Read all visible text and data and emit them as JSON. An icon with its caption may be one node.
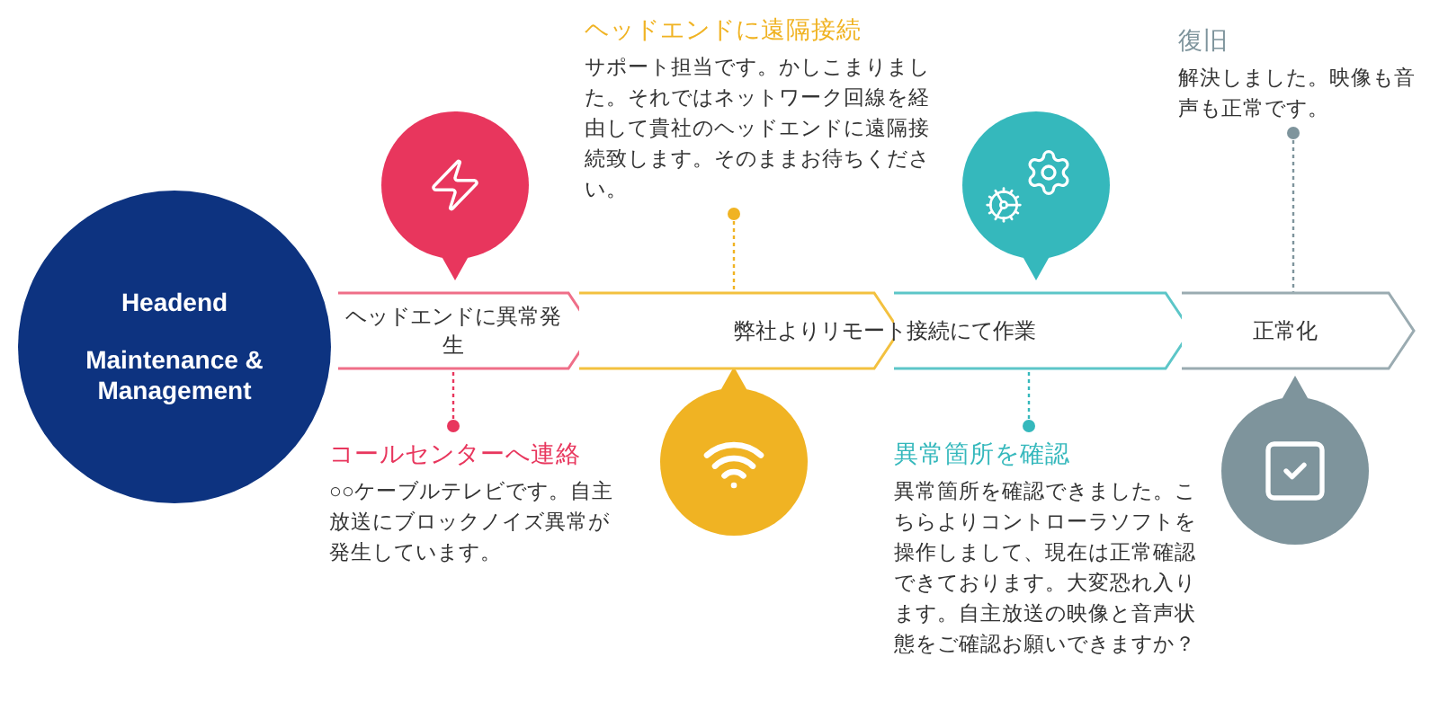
{
  "diagram": {
    "nodes": [
      {
        "text": [
          "Headend",
          "Maintenance & Management"
        ]
      },
      {
        "text": [
          "ヘッドエンドに異常発生"
        ]
      },
      {
        "text": [
          "弊社よりリモート接続にて作業"
        ]
      },
      {
        "text": [
          "正常化"
        ]
      },
      {
        "text": [
          "コールセンターへ連絡",
          "○○ケーブルテレビです。自主放送にブロックノイズ異常が発生しています。"
        ]
      },
      {
        "text": [
          "ヘッドエンドに遠隔接続",
          "サポート担当です。かしこまりました。それではネットワーク回線を経由して貴社のヘッドエンドに遠隔接続致します。そのままお待ちください。"
        ]
      },
      {
        "text": [
          "異常箇所を確認",
          "異常箇所を確認できました。こちらよりコントローラソフトを操作しまして、現在は正常確認できております。大変恐れ入ります。自主放送の映像と音声状態をご確認お願いできますか？"
        ]
      },
      {
        "text": [
          "復旧",
          "解決しました。映像も音声も正常です。"
        ]
      }
    ],
    "edges": [
      {
        "from": 4,
        "to": 1,
        "arrow": "other",
        "style": "dashed",
        "color": "#e8365d"
      },
      {
        "from": 5,
        "to": 2,
        "arrow": "other",
        "style": "dashed",
        "color": "#f0b323"
      },
      {
        "from": 6,
        "to": 2,
        "arrow": "other",
        "style": "dashed",
        "color": "#35b8bc"
      },
      {
        "from": 7,
        "to": 3,
        "arrow": "other",
        "style": "dashed",
        "color": "#7e949c"
      }
    ]
  }
}
